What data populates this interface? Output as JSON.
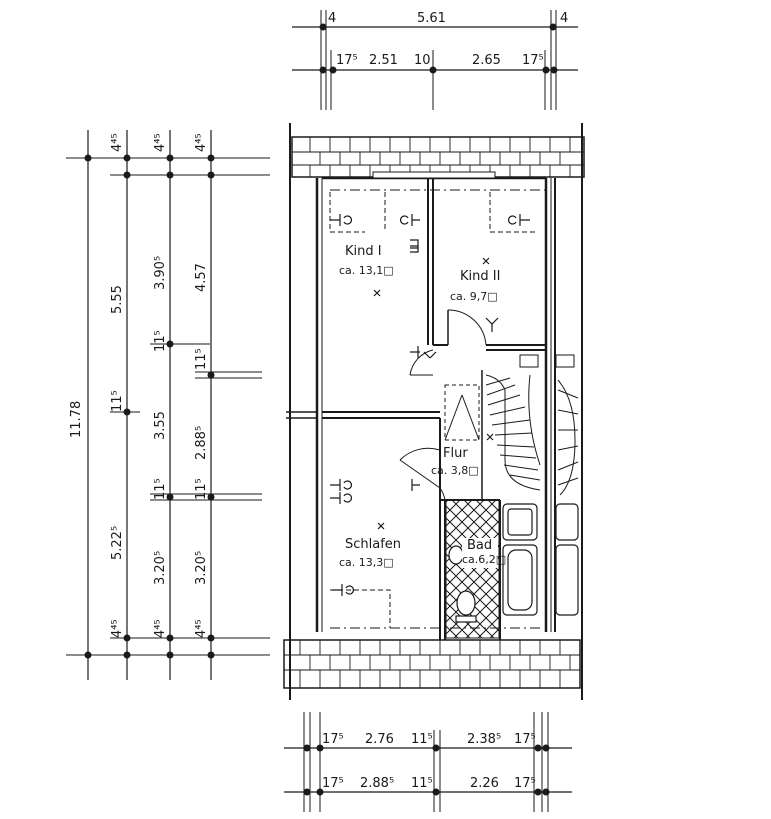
{
  "rooms": [
    {
      "name": "Kind I",
      "area": "ca. 13,1□"
    },
    {
      "name": "Kind II",
      "area": "ca. 9,7□"
    },
    {
      "name": "Flur",
      "area": "ca. 3,8□"
    },
    {
      "name": "Schlafen",
      "area": "ca. 13,3□"
    },
    {
      "name": "Bad",
      "area": "ca.6,2□"
    }
  ],
  "dims": {
    "top": {
      "overall": "5.61",
      "end_left": "4",
      "end_right": "4",
      "parts": [
        "17⁵",
        "2.51",
        "10",
        "2.65",
        "17⁵"
      ]
    },
    "bottom": {
      "row1": [
        "17⁵",
        "2.76",
        "11⁵",
        "2.38⁵",
        "17⁵"
      ],
      "row2": [
        "17⁵",
        "2.88⁵",
        "11⁵",
        "2.26",
        "17⁵"
      ]
    },
    "left": {
      "overall": "11.78",
      "col1": [
        "4⁴⁵",
        "5.55",
        "11⁵",
        "5.22⁵",
        "4⁴⁵"
      ],
      "col2": [
        "4⁴⁵",
        "3.90⁵",
        "11⁵",
        "3.55",
        "11⁵",
        "3.20⁵",
        "4⁴⁵"
      ],
      "col3": [
        "4⁴⁵",
        "4.57",
        "11⁵",
        "2.88⁵",
        "11⁵",
        "3.20⁵",
        "4⁴⁵"
      ]
    }
  }
}
